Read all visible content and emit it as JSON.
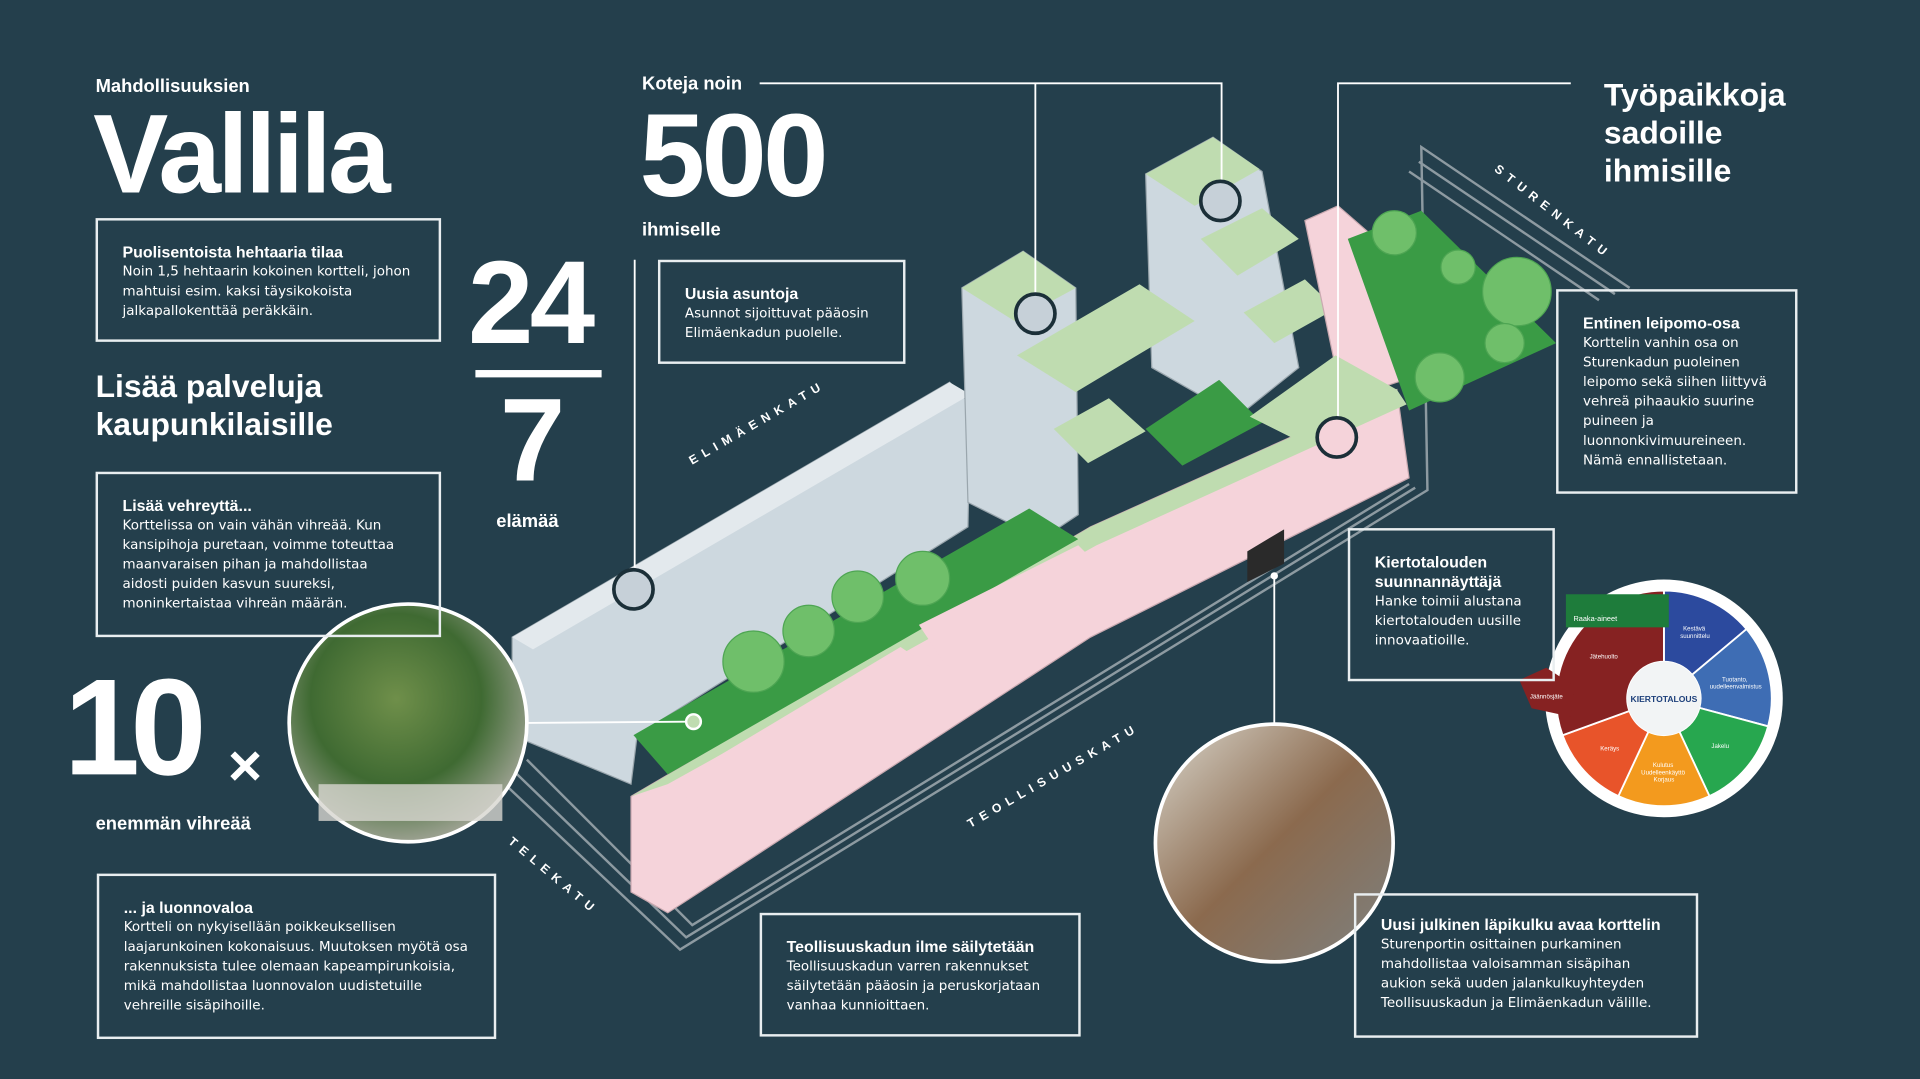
{
  "header": {
    "kicker": "Mahdollisuuksien",
    "title": "Vallila"
  },
  "homes": {
    "kicker": "Koteja noin",
    "number": "500",
    "suffix": "ihmiselle"
  },
  "always": {
    "top": "24",
    "bottom": "7",
    "label": "elämää"
  },
  "jobs": {
    "title": "Työpaikkoja sadoille ihmisille"
  },
  "services": {
    "title": "Lisää palveluja kaupunkilaisille"
  },
  "green": {
    "number": "10",
    "times": "×",
    "label": "enemmän vihreää"
  },
  "boxes": {
    "area": {
      "title": "Puolisentoista hehtaaria tilaa",
      "text": "Noin 1,5 hehtaarin kokoinen kortteli, johon mahtuisi esim. kaksi täysikokoista jalkapallokenttää peräkkäin."
    },
    "greenery": {
      "title": "Lisää vehreyttä...",
      "text": "Korttelissa on vain vähän vihreää. Kun kansipihoja puretaan, voimme toteuttaa maanvaraisen pihan ja mahdollistaa aidosti puiden kasvun suureksi, moninkertaistaa vihreän määrän."
    },
    "light": {
      "title": "... ja luonnovaloa",
      "text": "Kortteli on nykyisellään poikkeuksellisen laajarunkoinen kokonaisuus. Muutoksen myötä osa rakennuksista tulee olemaan kapeampirunkoisia, mikä mahdollistaa luonnovalon uudistetuille vehreille sisäpihoille."
    },
    "homes": {
      "title": "Uusia asuntoja",
      "text": "Asunnot sijoittuvat pääosin Elimäenkadun puolelle."
    },
    "bakery": {
      "title": "Entinen leipomo-osa",
      "text": "Korttelin vanhin osa on Sturenkadun puoleinen leipomo sekä siihen liittyvä vehreä pihaaukio suurine puineen ja luonnonkivimuureineen. Nämä ennallistetaan."
    },
    "circular": {
      "title": "Kiertotalouden suunnannäyttäjä",
      "text": "Hanke toimii alustana kiertotalouden uusille innovaatioille."
    },
    "facade": {
      "title": "Teollisuuskadun ilme säilytetään",
      "text": "Teollisuuskadun varren rakennukset säilytetään pääosin ja peruskorjataan vanhaa kunnioittaen."
    },
    "passage": {
      "title": "Uusi julkinen läpikulku avaa korttelin",
      "text": "Sturenportin osittainen purkaminen mahdollistaa valoisamman sisäpihan aukion sekä uuden jalankulkuyhteyden Teollisuuskadun ja Elimäenkadun välille."
    }
  },
  "streets": {
    "elimaenkatu": "ELIMÄENKATU",
    "sturenkatu": "STURENKATU",
    "teollisuuskatu": "TEOLLISUUSKATU",
    "telekatu": "TELEKATU"
  },
  "wheel": {
    "center": "KIERTOTALOUS",
    "segments": [
      {
        "label": "Kestävä suunnittelu",
        "color": "#2c4a9e"
      },
      {
        "label": "Tuotanto, uudelleenvalmistus",
        "color": "#3e6db4"
      },
      {
        "label": "Jakelu",
        "color": "#27a74f"
      },
      {
        "label": "Kulutus Uudelleenkäyttö Korjaus",
        "color": "#f39a1e"
      },
      {
        "label": "Keräys",
        "color": "#e8542a"
      },
      {
        "label": "Jätehuolto",
        "color": "#862222"
      }
    ],
    "raw": {
      "label": "Raaka-aineet",
      "color": "#1e7c3b"
    },
    "residual": {
      "label": "Jäännösjäte",
      "color": "#862222"
    }
  },
  "colors": {
    "background": "#243f4c",
    "pink": "#f5d3da",
    "lightgreen": "#bfdcb0",
    "green": "#3a9b45",
    "gray": "#cfd9e0"
  }
}
